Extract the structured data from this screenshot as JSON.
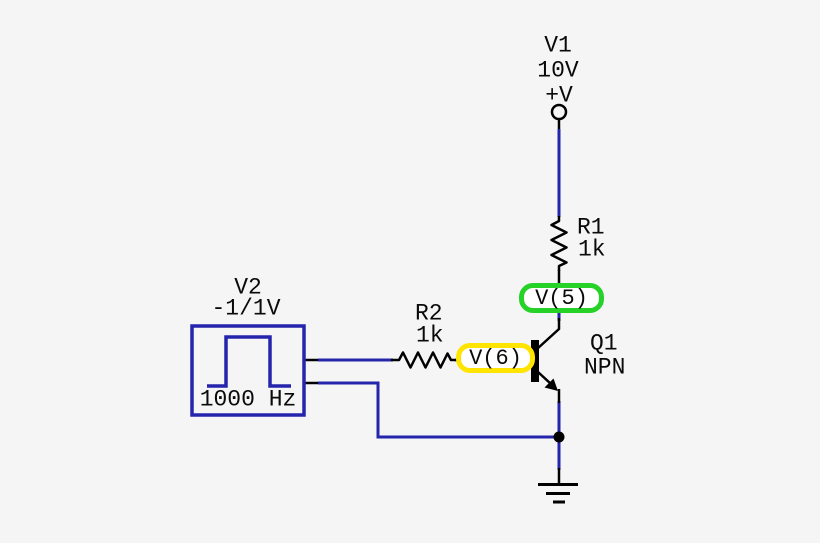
{
  "colors": {
    "background": "#f5f5f5",
    "wire_blue": "#2424ad",
    "symbol_black": "#000000",
    "probe_green_border": "#26d228",
    "probe_yellow_border": "#ffe400",
    "probe_fill": "#ffffff"
  },
  "components": {
    "v1": {
      "designator": "V1",
      "value": "10V",
      "terminal_label": "+V"
    },
    "r1": {
      "designator": "R1",
      "value": "1k"
    },
    "q1": {
      "designator": "Q1",
      "type": "NPN"
    },
    "r2": {
      "designator": "R2",
      "value": "1k"
    },
    "v2": {
      "designator": "V2",
      "value": "-1/1V",
      "frequency": "1000 Hz"
    }
  },
  "probes": {
    "collector_node": "V(5)",
    "base_node": "V(6)"
  }
}
